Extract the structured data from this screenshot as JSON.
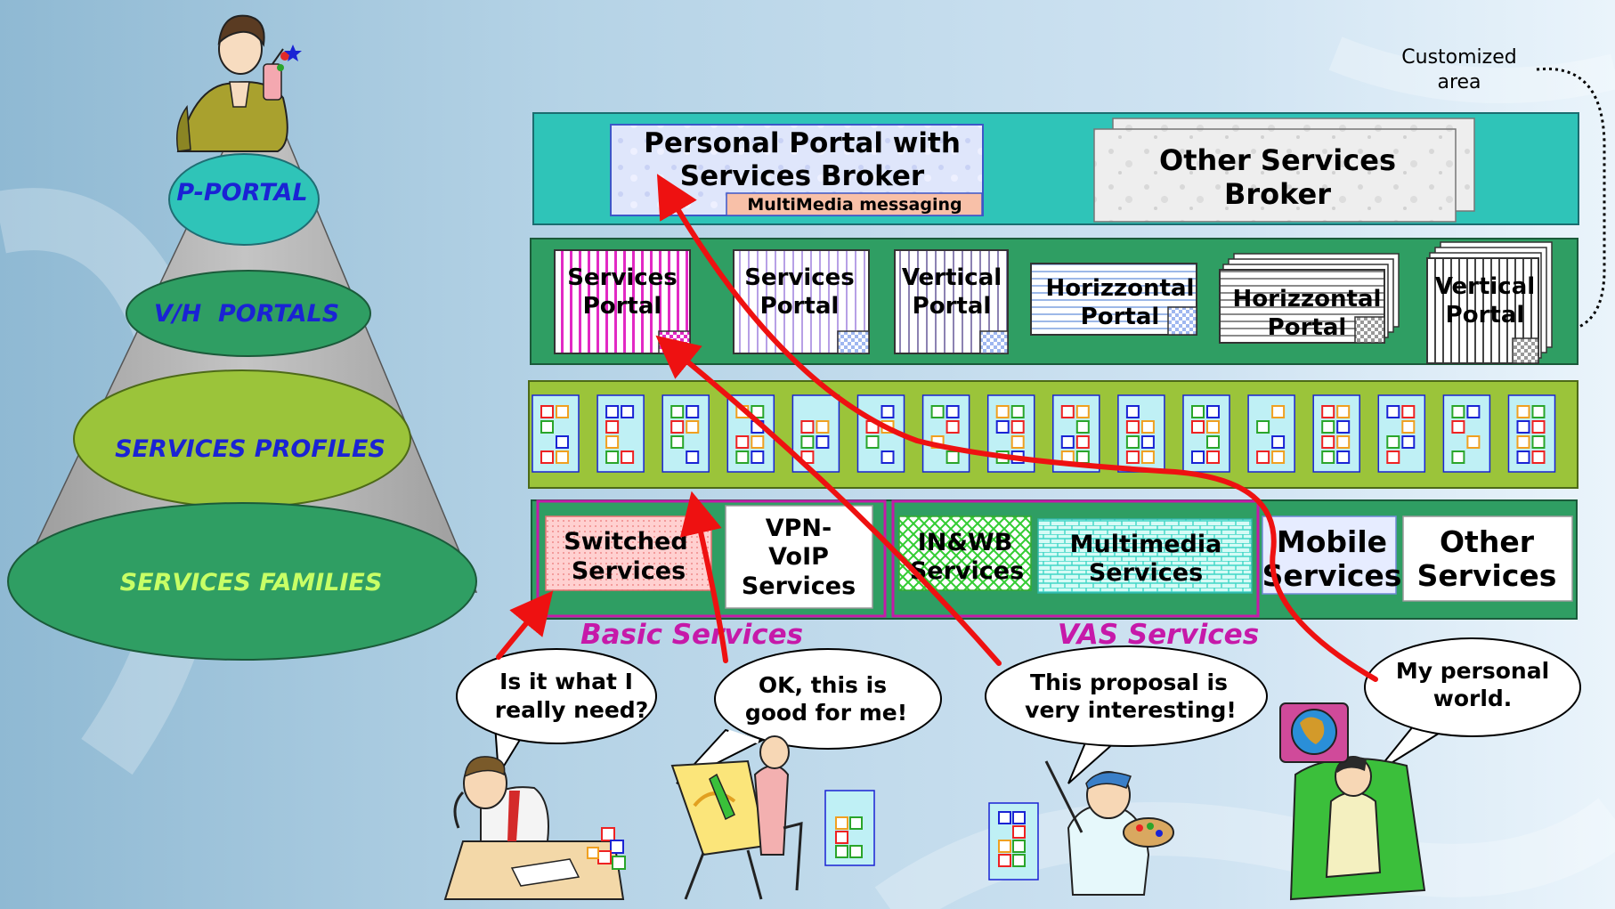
{
  "pyramid": {
    "levels": [
      "P-PORTAL",
      "V/H  PORTALS",
      "SERVICES PROFILES",
      "SERVICES FAMILIES"
    ]
  },
  "annotation": {
    "customized_area": [
      "Customized",
      "area"
    ]
  },
  "top_band": {
    "personal_portal": [
      "Personal Portal with",
      "Services Broker"
    ],
    "multimedia_messaging": "MultiMedia messaging",
    "other_broker": [
      "Other Services",
      "Broker"
    ]
  },
  "portals_band": {
    "portals": [
      [
        "Services",
        "Portal"
      ],
      [
        "Services",
        "Portal"
      ],
      [
        "Vertical",
        "Portal"
      ],
      [
        "Horizzontal",
        "Portal"
      ],
      [
        "Horizzontal",
        "Portal"
      ],
      [
        "Vertical",
        "Portal"
      ]
    ]
  },
  "families_band": {
    "families": [
      [
        "Switched",
        "Services"
      ],
      [
        "VPN-",
        "VoIP",
        "Services"
      ],
      [
        "IN&WB",
        "Services"
      ],
      [
        "Multimedia",
        "Services"
      ],
      [
        "Mobile",
        "Services"
      ],
      [
        "Other",
        "Services"
      ]
    ],
    "group_labels": [
      "Basic Services",
      "VAS Services"
    ]
  },
  "speech_bubbles": [
    [
      "Is it what I",
      "really need?"
    ],
    [
      "OK, this is",
      "good for me!"
    ],
    [
      "This proposal is",
      "very interesting!"
    ],
    [
      "My personal",
      "world."
    ]
  ],
  "colors": {
    "background_left": "#a9cbe0",
    "background_right": "#e4f1fa",
    "teal": "#2fc4b8",
    "green": "#2f9e63",
    "lime": "#9bc43a",
    "arrow_red": "#ee1111",
    "pyramid_label_blue": "#1a23d4",
    "pyramid_label_light": "#c8ff66",
    "group_label": "#c619a9"
  }
}
